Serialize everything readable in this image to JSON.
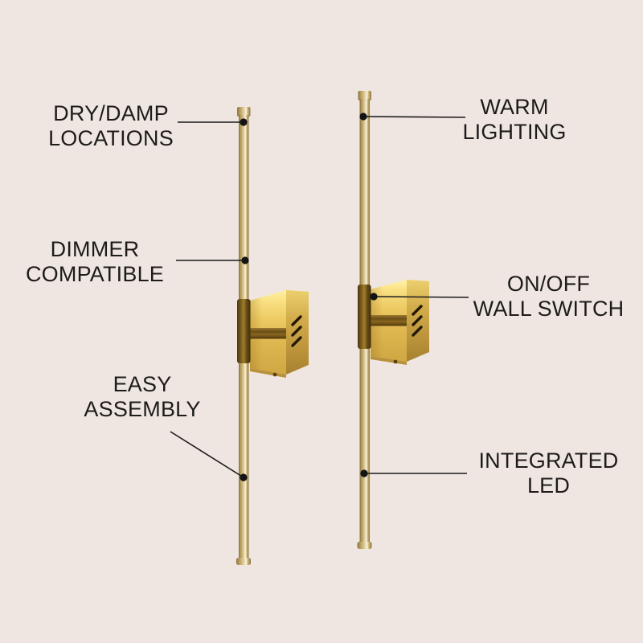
{
  "colors": {
    "background": "#EFE6E1",
    "text": "#1D1C1A",
    "leader_line": "#1A1A1A",
    "brass_rod_highlight": "#F8F3E3",
    "brass_rod_mid": "#D9C48C",
    "brass_rod_dark": "#8A7340",
    "brass_sleeve_dark": "#4A350E",
    "gold_box_light": "#FAE184",
    "gold_box_mid": "#E0B851",
    "gold_box_side": "#A8812F"
  },
  "callouts": {
    "dry_damp": {
      "line1": "DRY/DAMP",
      "line2": "LOCATIONS"
    },
    "dimmer": {
      "line1": "DIMMER",
      "line2": "COMPATIBLE"
    },
    "easy_assembly": {
      "line1": "EASY",
      "line2": "ASSEMBLY"
    },
    "warm_lighting": {
      "line1": "WARM",
      "line2": "LIGHTING"
    },
    "on_off": {
      "line1": "ON/OFF",
      "line2": "WALL SWITCH"
    },
    "integrated_led": {
      "line1": "INTEGRATED",
      "line2": "LED"
    }
  }
}
